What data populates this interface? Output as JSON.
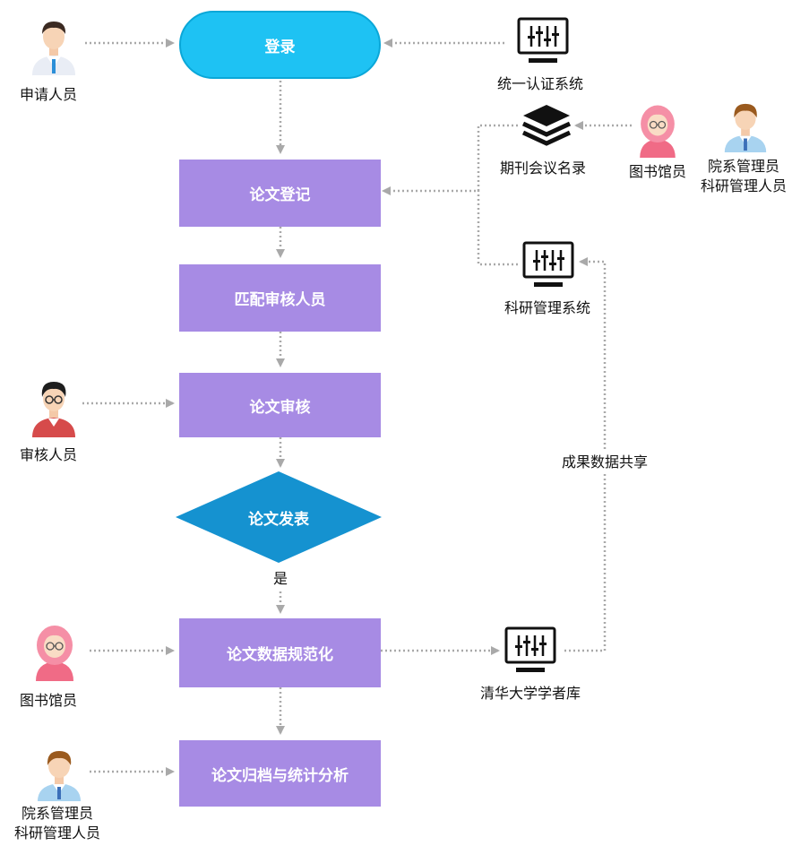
{
  "nodes": {
    "login": "登录",
    "register": "论文登记",
    "match": "匹配审核人员",
    "review": "论文审核",
    "publish": "论文发表",
    "normalize": "论文数据规范化",
    "archive": "论文归档与统计分析"
  },
  "actors": {
    "applicant": "申请人员",
    "reviewer": "审核人员",
    "librarian_top": "图书馆员",
    "librarian_mid": "图书馆员",
    "dept_admin_top": [
      "院系管理员",
      "科研管理人员"
    ],
    "dept_admin_bottom": [
      "院系管理员",
      "科研管理人员"
    ]
  },
  "systems": {
    "auth": "统一认证系统",
    "journal_list": "期刊会议名录",
    "research_mgmt": "科研管理系统",
    "scholar_db": "清华大学学者库"
  },
  "edge_labels": {
    "yes": "是",
    "share": "成果数据共享"
  },
  "colors": {
    "pill_fill": "#1ec2f3",
    "process_fill": "#a78be4",
    "decision_fill": "#1592d0",
    "arrow": "#a9a9a9"
  },
  "icons": {
    "person_male": "person-male-icon",
    "person_female": "person-female-icon",
    "person_glasses": "person-glasses-icon",
    "monitor": "monitor-icon",
    "stack": "layers-icon"
  }
}
